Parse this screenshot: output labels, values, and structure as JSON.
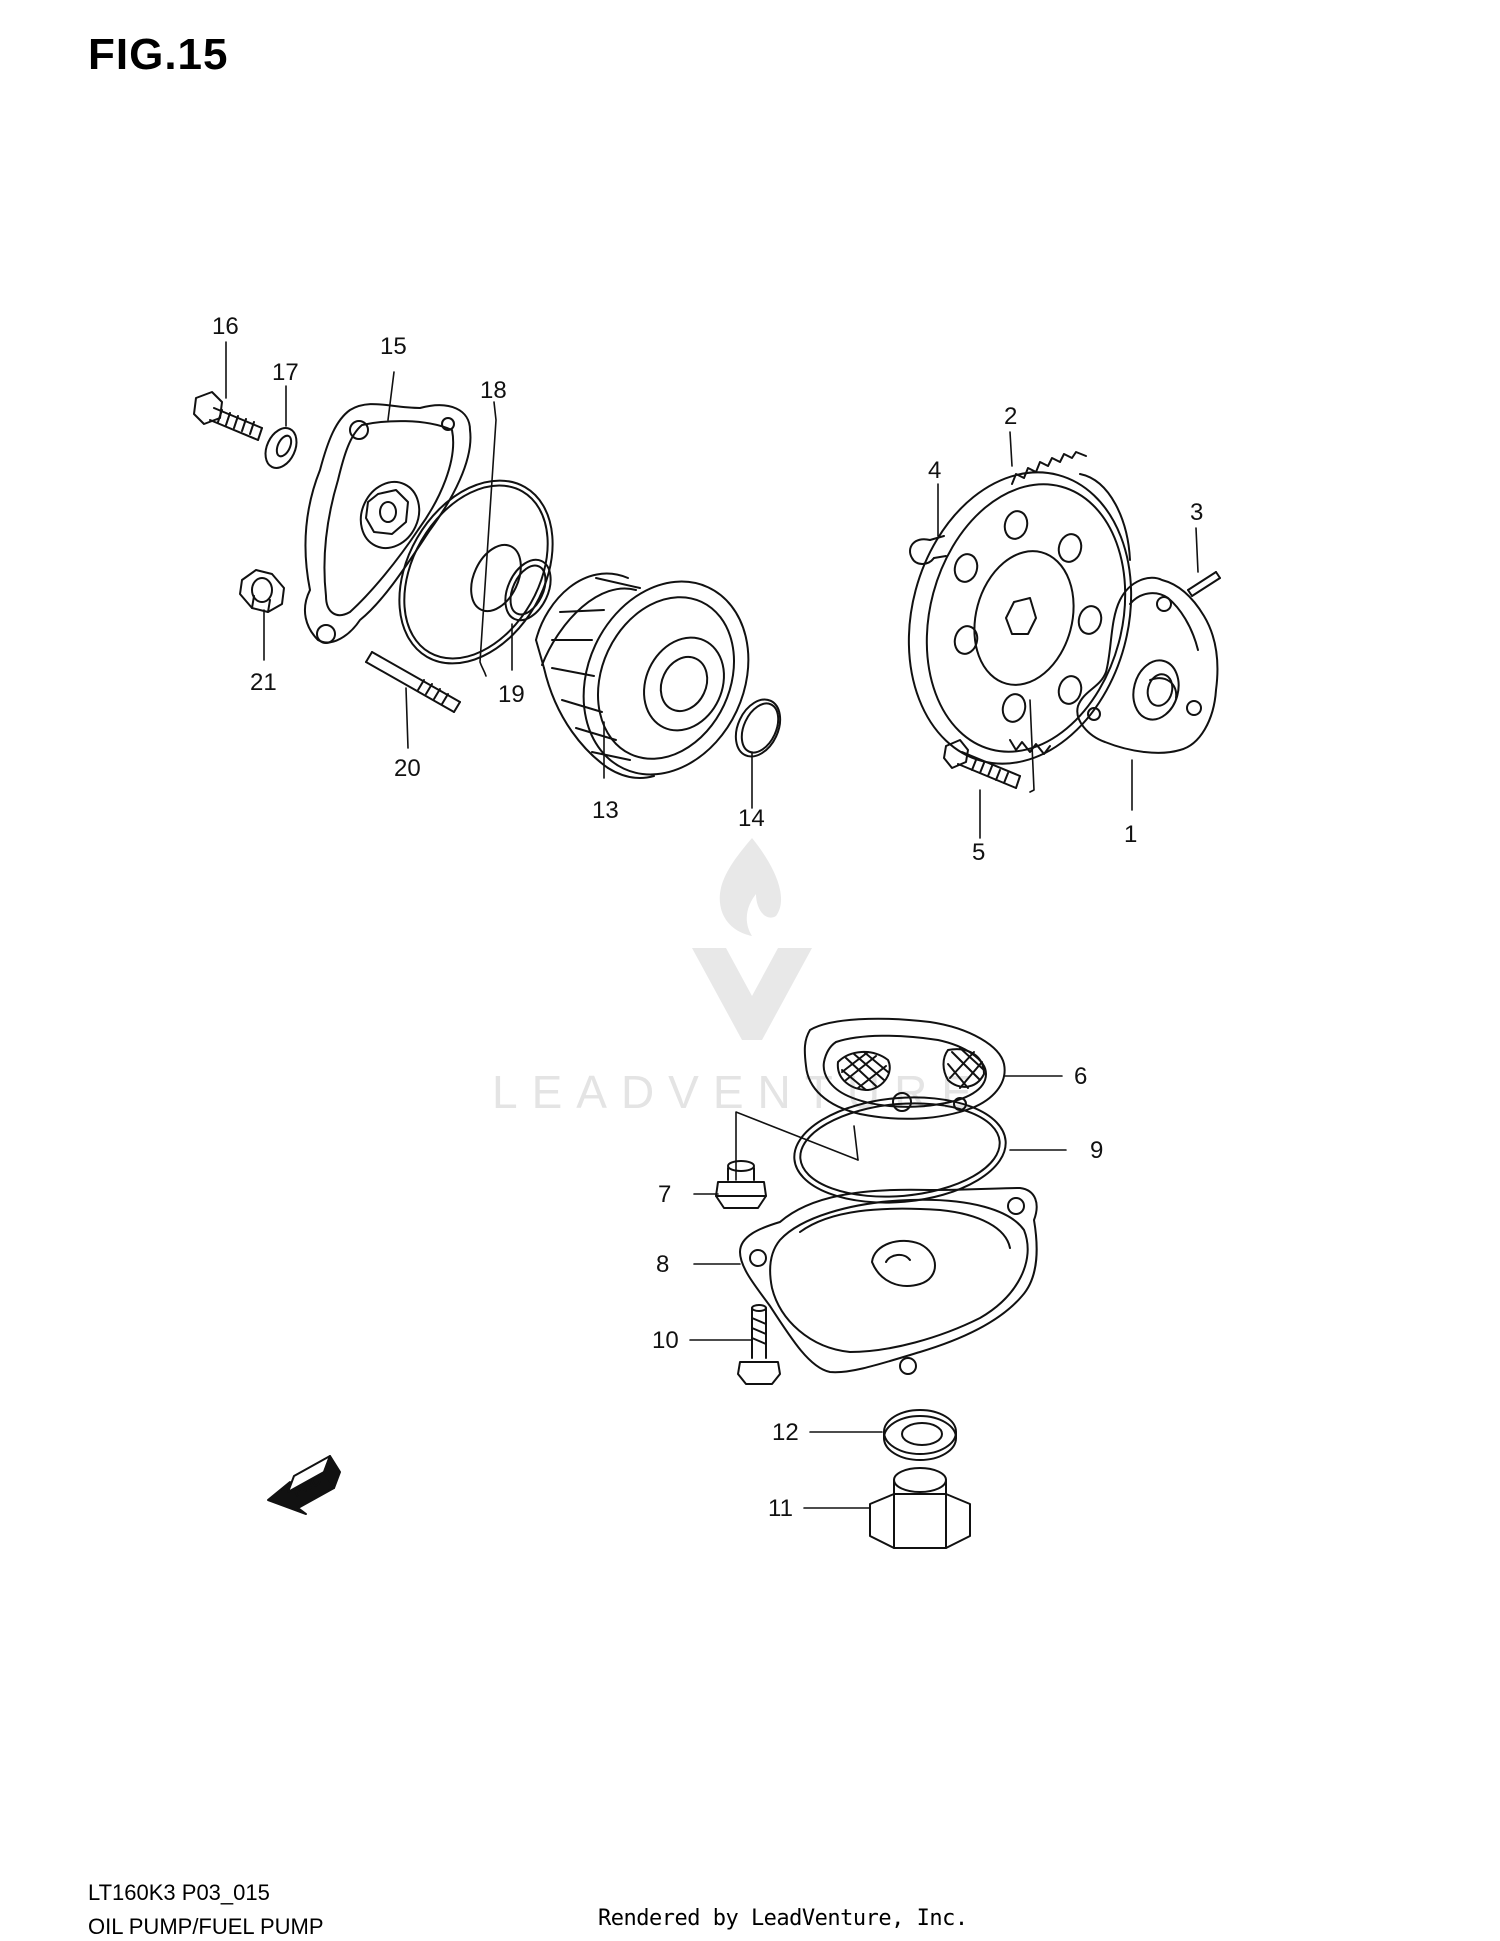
{
  "figure": {
    "title": "FIG.15",
    "model_code": "LT160K3 P03_015",
    "diagram_name": "OIL PUMP/FUEL PUMP",
    "render_credit": "Rendered by LeadVenture, Inc."
  },
  "watermark": {
    "text": "LEADVENTURE"
  },
  "direction_arrow": {
    "text": "FWD"
  },
  "callouts": [
    {
      "num": "1"
    },
    {
      "num": "2"
    },
    {
      "num": "3"
    },
    {
      "num": "4"
    },
    {
      "num": "5"
    },
    {
      "num": "6"
    },
    {
      "num": "7"
    },
    {
      "num": "8"
    },
    {
      "num": "9"
    },
    {
      "num": "10"
    },
    {
      "num": "11"
    },
    {
      "num": "12"
    },
    {
      "num": "13"
    },
    {
      "num": "14"
    },
    {
      "num": "15"
    },
    {
      "num": "16"
    },
    {
      "num": "17"
    },
    {
      "num": "18"
    },
    {
      "num": "19"
    },
    {
      "num": "20"
    },
    {
      "num": "21"
    }
  ],
  "colors": {
    "line": "#111111",
    "watermark": "#e4e4e4"
  }
}
